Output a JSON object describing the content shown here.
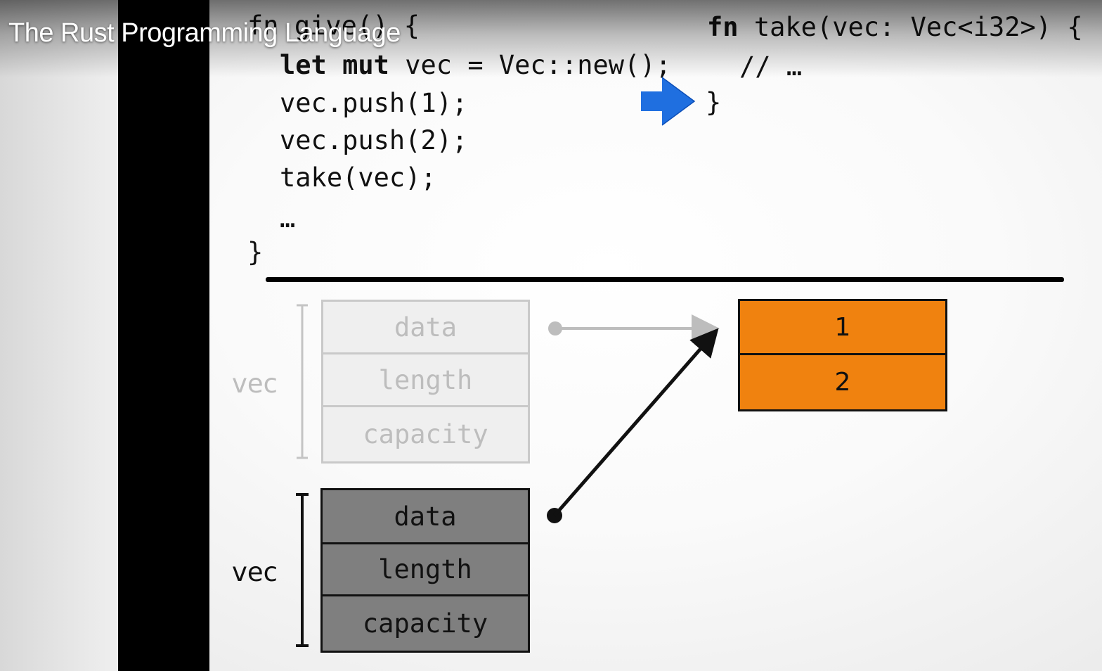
{
  "video": {
    "title": "The Rust Programming Language"
  },
  "code_give": {
    "line1": "fn give() {",
    "line2_kw": "let mut",
    "line2_rest": " vec = Vec::new();",
    "line3": "vec.push(1);",
    "line4": "vec.push(2);",
    "line5": "take(vec);",
    "line6": "…",
    "line7": "}"
  },
  "code_take": {
    "line1_kw": "fn",
    "line1_rest": " take(vec: Vec<i32>) {",
    "line2": "// …",
    "line3": "}"
  },
  "diagram": {
    "moved_from": {
      "label": "vec",
      "fields": [
        "data",
        "length",
        "capacity"
      ]
    },
    "moved_to": {
      "label": "vec",
      "fields": [
        "data",
        "length",
        "capacity"
      ]
    },
    "heap_values": [
      "1",
      "2"
    ]
  },
  "colors": {
    "heap_fill": "#f0820f",
    "arrow_blue": "#1f6fe0",
    "faded_gray": "#c9c9c9",
    "active_gray": "#7f7f7f"
  },
  "icons": {
    "call_arrow": "blue-right-arrow-icon"
  }
}
